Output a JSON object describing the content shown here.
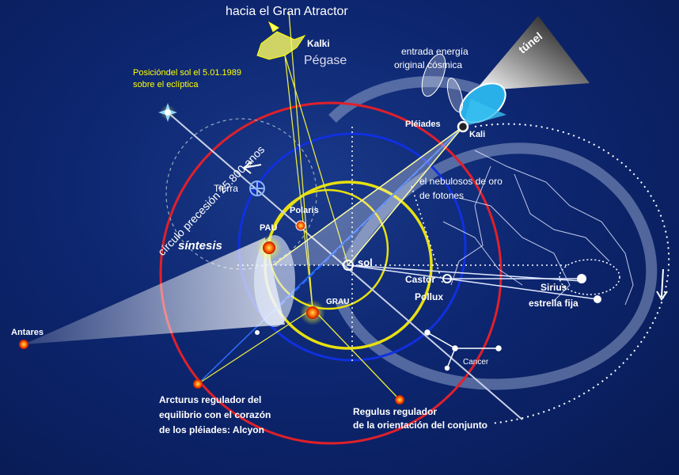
{
  "labels": {
    "gran_atractor": "hacia el Gran Atractor",
    "kalki_top": "Kalki",
    "pegase": "Pégase",
    "sun_position_line1": "Posicióndel sol el 5.01.1989",
    "sun_position_line2": "sobre el eclíptica",
    "energia_line1": "entrada energía",
    "energia_line2": "original cósmica",
    "tunel": "túnel",
    "pleiades": "Pléiades",
    "kali": "Kali",
    "precesion": "círculo precesión 25.800 anos",
    "tierra": "Tierra",
    "nebulosos_line1": "el nebulosos de oro",
    "nebulosos_line2": "de fotones",
    "polaris": "Polaris",
    "pau": "PAU",
    "sintesis": "síntesis",
    "sol": "sol",
    "castor": "Castor",
    "pollux": "Pollux",
    "sirius": "Sirius",
    "estrella_fija": "estrella fija",
    "grau": "GRAU",
    "antares": "Antares",
    "cancer": "Cancer",
    "arcturus_line1": "Arcturus regulador del",
    "arcturus_line2": "equilibrio  con el corazón",
    "arcturus_line3": "de los pléiades: Alcyon",
    "regulus_line1": "Regulus  regulador",
    "regulus_line2": "de la orientación del conjunto"
  },
  "colors": {
    "background": "#0d2670",
    "red_circle": "#e0202a",
    "blue_circle": "#1030e0",
    "yellow_circle": "#e8e010",
    "label_yellow": "#ffff00"
  }
}
